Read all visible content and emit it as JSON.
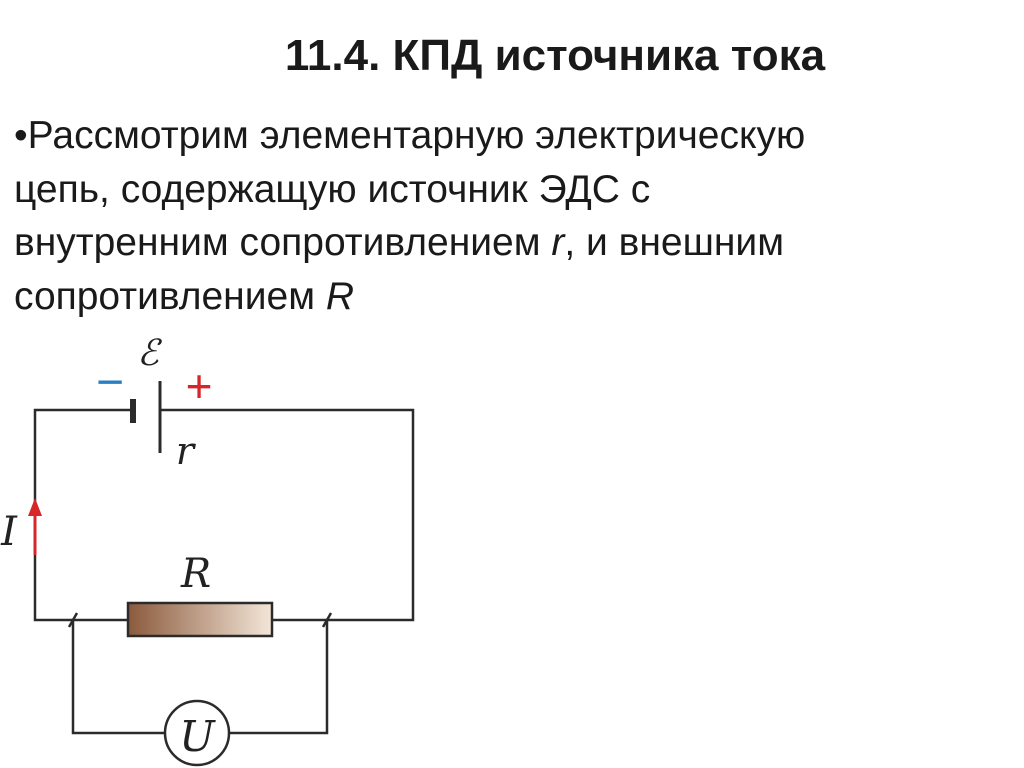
{
  "slide": {
    "title": "11.4. КПД источника тока",
    "bullet_marker": "•",
    "paragraph": {
      "line1": "Рассмотрим элементарную электрическую",
      "line2": "цепь, содержащую источник ЭДС с",
      "line3_pre": "внутренним сопротивлением ",
      "line3_var": "r",
      "line3_post": ", и внешним",
      "line4_pre": "сопротивлением ",
      "line4_var": "R"
    }
  },
  "circuit": {
    "emf_label": "ℰ",
    "minus_sign": "−",
    "plus_sign": "+",
    "internal_resistance_label": "r",
    "current_label": "I",
    "resistor_label": "R",
    "voltmeter_label": "U",
    "colors": {
      "wire": "#2b2b2b",
      "polarity_minus": "#2a7fc1",
      "polarity_plus": "#d6262a",
      "current_arrow": "#d6262a",
      "resistor_dark": "#8b5a3c",
      "resistor_light": "#f3e6d8"
    }
  }
}
